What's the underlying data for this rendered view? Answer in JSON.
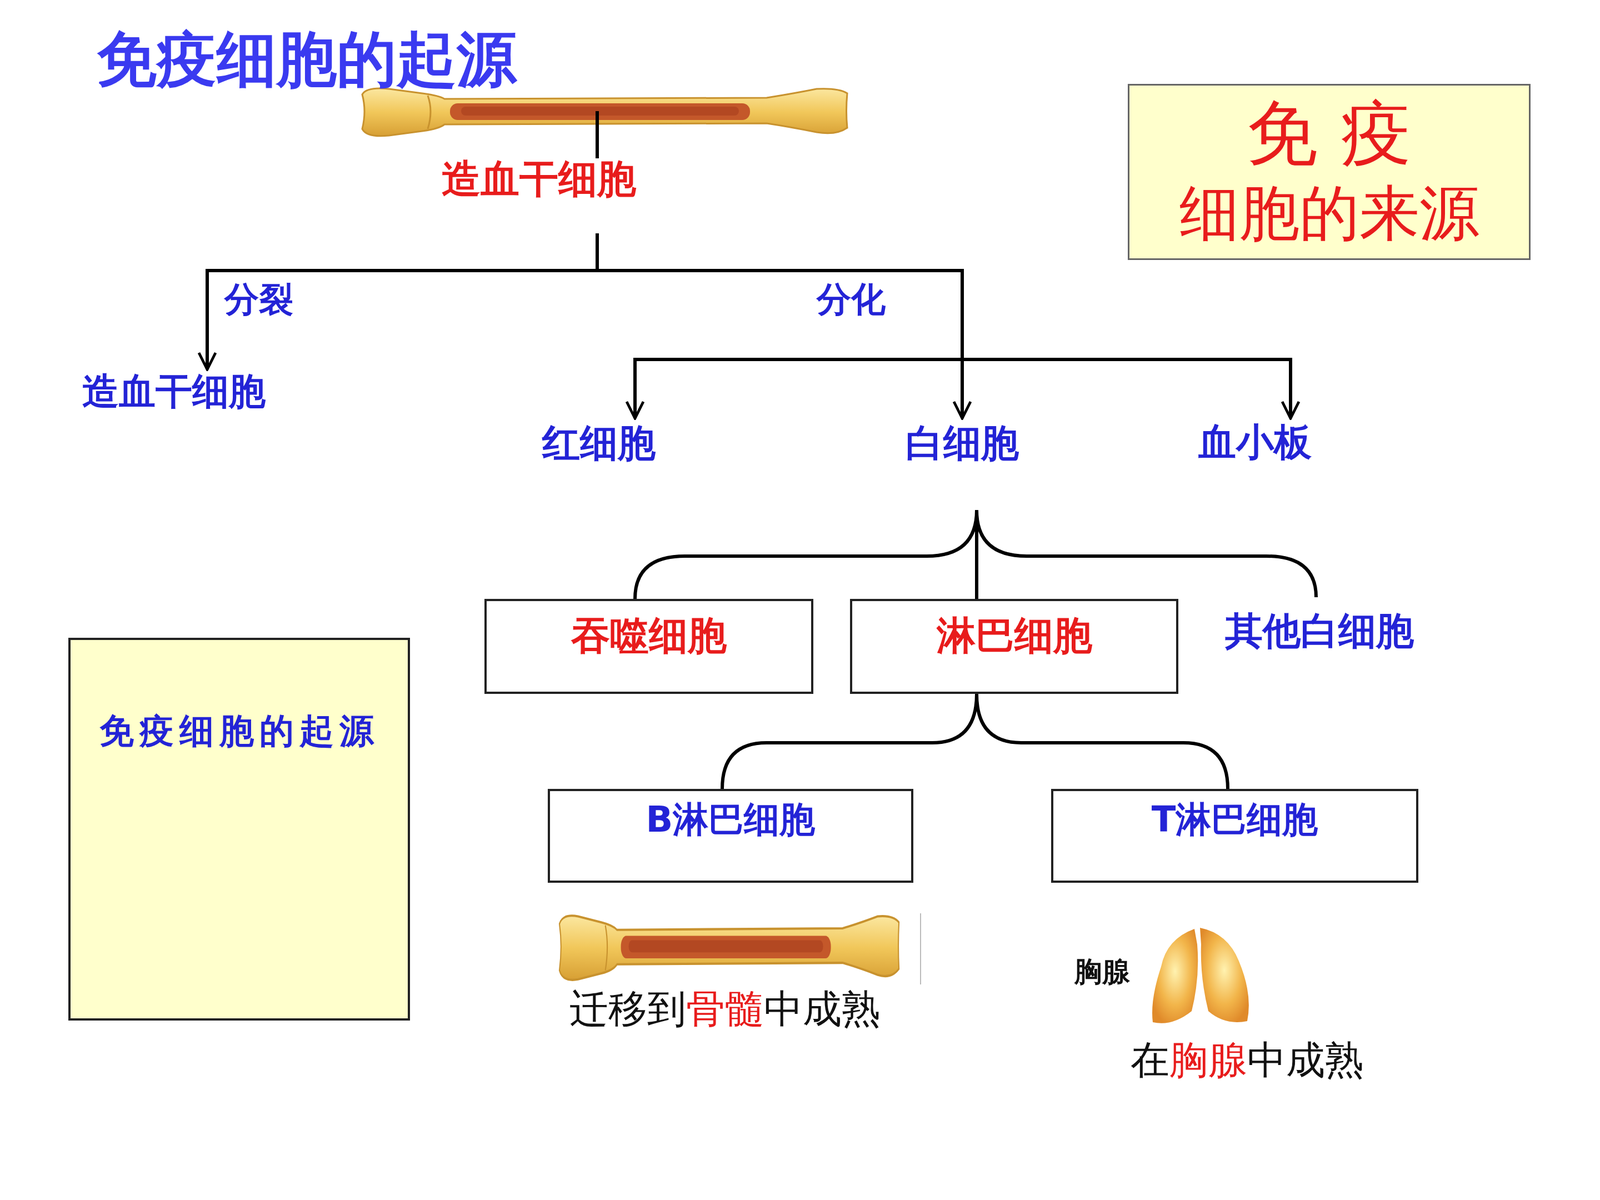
{
  "diagram": {
    "title": "免疫细胞的起源",
    "nodes": [
      {
        "text": [
          "造血干细胞"
        ]
      },
      {
        "text": [
          "免 疫",
          "细胞的来源"
        ]
      },
      {
        "text": [
          "造血干细胞"
        ]
      },
      {
        "text": [
          "红细胞"
        ]
      },
      {
        "text": [
          "白细胞"
        ]
      },
      {
        "text": [
          "血小板"
        ]
      },
      {
        "text": [
          "吞噬细胞"
        ]
      },
      {
        "text": [
          "淋巴细胞"
        ]
      },
      {
        "text": [
          "其他白细胞"
        ]
      },
      {
        "text": [
          "免疫细胞的起源"
        ]
      },
      {
        "text": [
          "B淋巴细胞"
        ]
      },
      {
        "text": [
          "T淋巴细胞"
        ]
      }
    ],
    "edges": [
      {
        "from": 0,
        "to": 2,
        "arrow": "to",
        "label": "分裂"
      },
      {
        "from": 0,
        "to": 3,
        "arrow": "to"
      },
      {
        "from": 0,
        "to": 4,
        "arrow": "to",
        "label": "分化"
      },
      {
        "from": 0,
        "to": 5,
        "arrow": "to"
      },
      {
        "from": 4,
        "to": 6,
        "arrow": "none"
      },
      {
        "from": 4,
        "to": 7,
        "arrow": "none"
      },
      {
        "from": 4,
        "to": 8,
        "arrow": "none"
      },
      {
        "from": 7,
        "to": 10,
        "arrow": "none"
      },
      {
        "from": 7,
        "to": 11,
        "arrow": "none"
      }
    ],
    "labels": [
      "胸腺",
      "迁移到",
      "骨髓",
      "中成熟",
      "在",
      "胸腺",
      "中成熟"
    ]
  }
}
